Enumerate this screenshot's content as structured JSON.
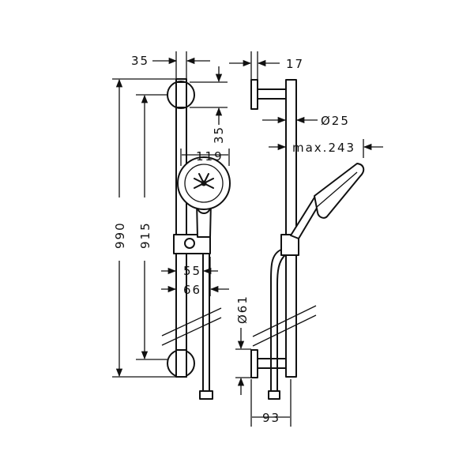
{
  "dimensions": {
    "d35_top": "35",
    "d17": "17",
    "d25": "Ø25",
    "dmax243": "max.243",
    "d119": "119",
    "d35_side": "35",
    "d990": "990",
    "d915": "915",
    "d55": "55",
    "d66": "66",
    "d61": "Ø61",
    "d93": "93"
  },
  "colors": {
    "line": "#111111",
    "background": "#ffffff"
  }
}
